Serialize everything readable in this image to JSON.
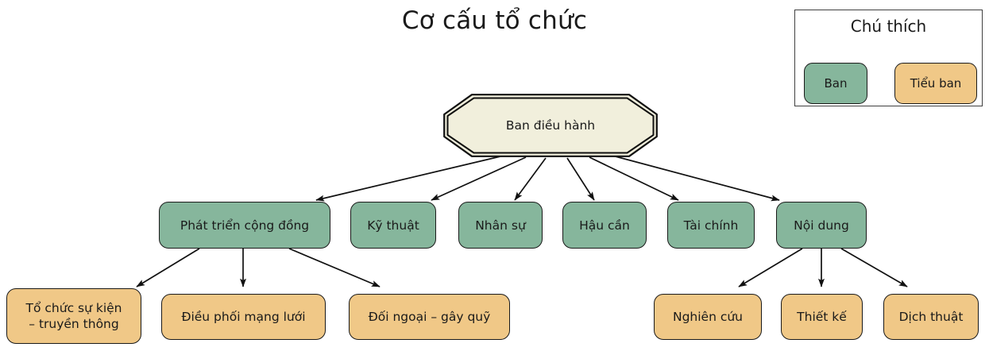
{
  "title": "Cơ cấu tổ chức",
  "legend": {
    "title": "Chú thích",
    "items": [
      {
        "label": "Ban",
        "color": "#86b69c",
        "kind": "committee"
      },
      {
        "label": "Tiểu ban",
        "color": "#f0c887",
        "kind": "subcommittee"
      }
    ]
  },
  "colors": {
    "committee_fill": "#86b69c",
    "subcommittee_fill": "#f0c887",
    "root_fill": "#f1efdc",
    "outline": "#1a1a1a",
    "legend_border": "#404040",
    "background": "#ffffff"
  },
  "chart_data": {
    "type": "diagram",
    "diagram_kind": "organizational-chart",
    "title": "Cơ cấu tổ chức",
    "nodes": [
      {
        "id": "root",
        "label": "Ban điều hành",
        "level": 0,
        "kind": "root",
        "shape": "octagon-double",
        "fill": "#f1efdc"
      },
      {
        "id": "c1",
        "label": "Phát triển cộng đồng",
        "level": 1,
        "kind": "committee",
        "fill": "#86b69c"
      },
      {
        "id": "c2",
        "label": "Kỹ thuật",
        "level": 1,
        "kind": "committee",
        "fill": "#86b69c"
      },
      {
        "id": "c3",
        "label": "Nhân sự",
        "level": 1,
        "kind": "committee",
        "fill": "#86b69c"
      },
      {
        "id": "c4",
        "label": "Hậu cần",
        "level": 1,
        "kind": "committee",
        "fill": "#86b69c"
      },
      {
        "id": "c5",
        "label": "Tài chính",
        "level": 1,
        "kind": "committee",
        "fill": "#86b69c"
      },
      {
        "id": "c6",
        "label": "Nội dung",
        "level": 1,
        "kind": "committee",
        "fill": "#86b69c"
      },
      {
        "id": "s1",
        "label": "Tổ chức sự kiện\n– truyền thông",
        "level": 2,
        "kind": "subcommittee",
        "fill": "#f0c887",
        "parent": "c1"
      },
      {
        "id": "s2",
        "label": "Điều phối mạng lưới",
        "level": 2,
        "kind": "subcommittee",
        "fill": "#f0c887",
        "parent": "c1"
      },
      {
        "id": "s3",
        "label": "Đối ngoại – gây quỹ",
        "level": 2,
        "kind": "subcommittee",
        "fill": "#f0c887",
        "parent": "c1"
      },
      {
        "id": "s4",
        "label": "Nghiên cứu",
        "level": 2,
        "kind": "subcommittee",
        "fill": "#f0c887",
        "parent": "c6"
      },
      {
        "id": "s5",
        "label": "Thiết kế",
        "level": 2,
        "kind": "subcommittee",
        "fill": "#f0c887",
        "parent": "c6"
      },
      {
        "id": "s6",
        "label": "Dịch thuật",
        "level": 2,
        "kind": "subcommittee",
        "fill": "#f0c887",
        "parent": "c6"
      }
    ],
    "edges": [
      {
        "from": "root",
        "to": "c1",
        "arrow": true
      },
      {
        "from": "root",
        "to": "c2",
        "arrow": true
      },
      {
        "from": "root",
        "to": "c3",
        "arrow": true
      },
      {
        "from": "root",
        "to": "c4",
        "arrow": true
      },
      {
        "from": "root",
        "to": "c5",
        "arrow": true
      },
      {
        "from": "root",
        "to": "c6",
        "arrow": true
      },
      {
        "from": "c1",
        "to": "s1",
        "arrow": true
      },
      {
        "from": "c1",
        "to": "s2",
        "arrow": true
      },
      {
        "from": "c1",
        "to": "s3",
        "arrow": true
      },
      {
        "from": "c6",
        "to": "s4",
        "arrow": true
      },
      {
        "from": "c6",
        "to": "s5",
        "arrow": true
      },
      {
        "from": "c6",
        "to": "s6",
        "arrow": true
      }
    ]
  },
  "nodes": {
    "root": {
      "label": "Ban điều hành"
    },
    "c1": {
      "label": "Phát triển cộng đồng"
    },
    "c2": {
      "label": "Kỹ thuật"
    },
    "c3": {
      "label": "Nhân sự"
    },
    "c4": {
      "label": "Hậu cần"
    },
    "c5": {
      "label": "Tài chính"
    },
    "c6": {
      "label": "Nội dung"
    },
    "s1_line1": {
      "label": "Tổ chức sự kiện"
    },
    "s1_line2": {
      "label": "– truyền thông"
    },
    "s2": {
      "label": "Điều phối mạng lưới"
    },
    "s3": {
      "label": "Đối ngoại – gây quỹ"
    },
    "s4": {
      "label": "Nghiên cứu"
    },
    "s5": {
      "label": "Thiết kế"
    },
    "s6": {
      "label": "Dịch thuật"
    }
  }
}
